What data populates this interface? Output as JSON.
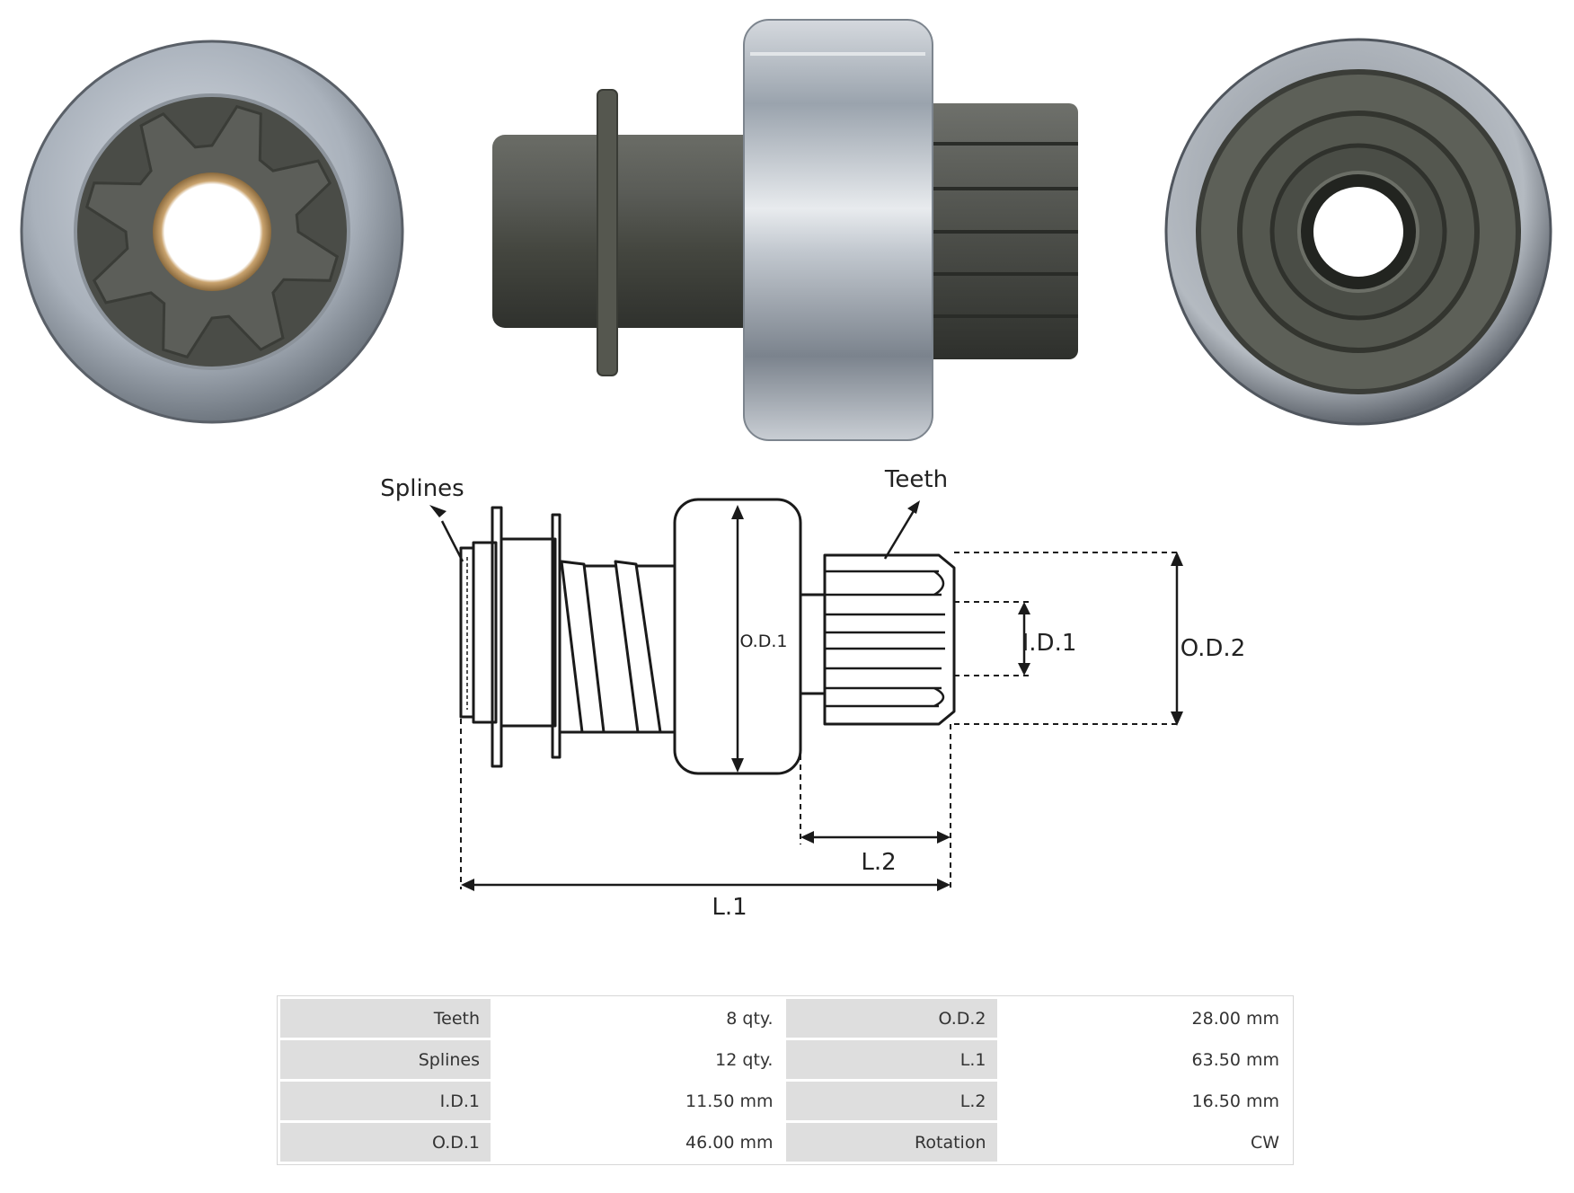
{
  "diagram": {
    "labels": {
      "splines": "Splines",
      "teeth": "Teeth",
      "od1": "O.D.1",
      "od2": "O.D.2",
      "id1": "I.D.1",
      "l1": "L.1",
      "l2": "L.2"
    }
  },
  "specs": {
    "rows": [
      {
        "l1": "Teeth",
        "v1": "8 qty.",
        "l2": "O.D.2",
        "v2": "28.00 mm"
      },
      {
        "l1": "Splines",
        "v1": "12 qty.",
        "l2": "L.1",
        "v2": "63.50 mm"
      },
      {
        "l1": "I.D.1",
        "v1": "11.50 mm",
        "l2": "L.2",
        "v2": "16.50 mm"
      },
      {
        "l1": "O.D.1",
        "v1": "46.00 mm",
        "l2": "Rotation",
        "v2": "CW"
      }
    ]
  },
  "photo": {
    "teeth_count": 8
  }
}
